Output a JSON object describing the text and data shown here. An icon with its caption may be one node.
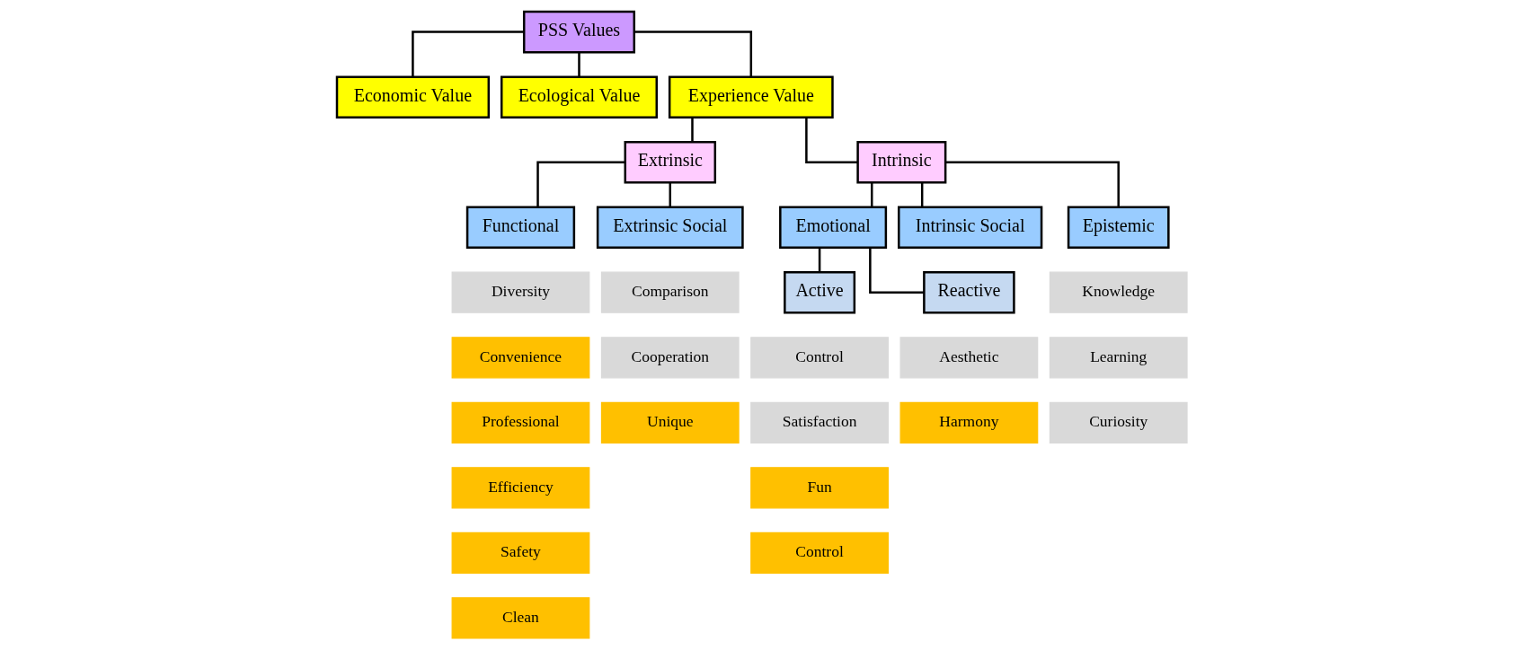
{
  "diagram": {
    "nodes": [
      {
        "text": [
          "PSS Values"
        ]
      },
      {
        "text": [
          "Economic Value"
        ]
      },
      {
        "text": [
          "Ecological Value"
        ]
      },
      {
        "text": [
          "Experience Value"
        ]
      },
      {
        "text": [
          "Extrinsic"
        ]
      },
      {
        "text": [
          "Intrinsic"
        ]
      },
      {
        "text": [
          "Functional"
        ]
      },
      {
        "text": [
          "Extrinsic Social"
        ]
      },
      {
        "text": [
          "Emotional"
        ]
      },
      {
        "text": [
          "Intrinsic Social"
        ]
      },
      {
        "text": [
          "Epistemic"
        ]
      },
      {
        "text": [
          "Active"
        ]
      },
      {
        "text": [
          "Reactive"
        ]
      },
      {
        "text": [
          "Diversity"
        ]
      },
      {
        "text": [
          "Convenience"
        ]
      },
      {
        "text": [
          "Professional"
        ]
      },
      {
        "text": [
          "Efficiency"
        ]
      },
      {
        "text": [
          "Safety"
        ]
      },
      {
        "text": [
          "Clean"
        ]
      },
      {
        "text": [
          "Comparison"
        ]
      },
      {
        "text": [
          "Cooperation"
        ]
      },
      {
        "text": [
          "Unique"
        ]
      },
      {
        "text": [
          "Control"
        ]
      },
      {
        "text": [
          "Satisfaction"
        ]
      },
      {
        "text": [
          "Fun"
        ]
      },
      {
        "text": [
          "Control"
        ]
      },
      {
        "text": [
          "Aesthetic"
        ]
      },
      {
        "text": [
          "Harmony"
        ]
      },
      {
        "text": [
          "Knowledge"
        ]
      },
      {
        "text": [
          "Learning"
        ]
      },
      {
        "text": [
          "Curiosity"
        ]
      }
    ],
    "edges": [
      {
        "from": 0,
        "to": 1,
        "arrow": "none"
      },
      {
        "from": 0,
        "to": 2,
        "arrow": "none"
      },
      {
        "from": 0,
        "to": 3,
        "arrow": "none"
      },
      {
        "from": 3,
        "to": 4,
        "arrow": "none"
      },
      {
        "from": 3,
        "to": 5,
        "arrow": "none"
      },
      {
        "from": 4,
        "to": 6,
        "arrow": "none"
      },
      {
        "from": 4,
        "to": 7,
        "arrow": "none"
      },
      {
        "from": 5,
        "to": 8,
        "arrow": "none"
      },
      {
        "from": 5,
        "to": 9,
        "arrow": "none"
      },
      {
        "from": 5,
        "to": 10,
        "arrow": "none"
      },
      {
        "from": 8,
        "to": 11,
        "arrow": "none"
      },
      {
        "from": 8,
        "to": 12,
        "arrow": "none"
      }
    ]
  }
}
